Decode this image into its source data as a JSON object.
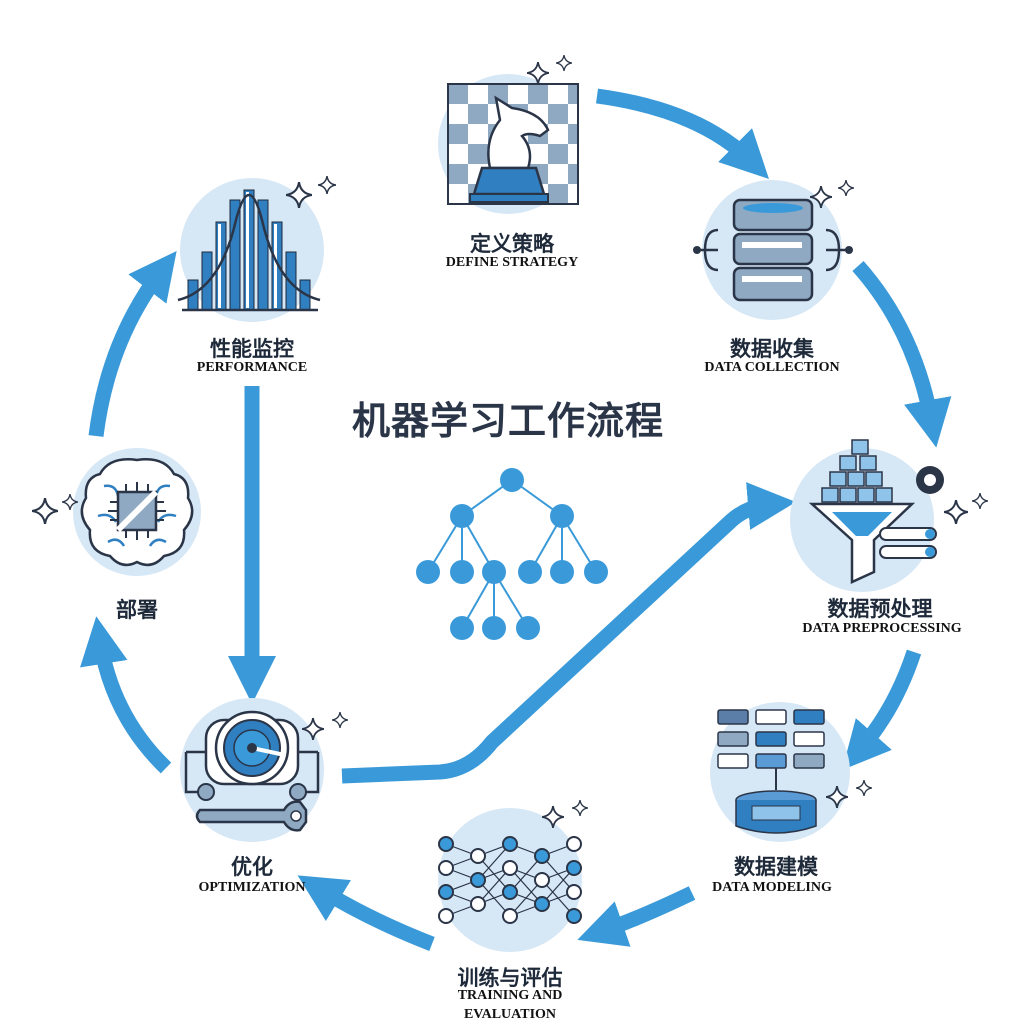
{
  "title": "机器学习工作流程",
  "colors": {
    "arrow": "#3a9ad9",
    "circle_bg": "#d6e7f6",
    "accent": "#2f7fc1",
    "dark": "#1e2a3a",
    "node": "#3a9ad9"
  },
  "steps": [
    {
      "cn": "定义策略",
      "en": "DEFINE STRATEGY",
      "icon": "chess-knight-icon"
    },
    {
      "cn": "数据收集",
      "en": "DATA COLLECTION",
      "icon": "database-icon"
    },
    {
      "cn": "数据预处理",
      "en": "DATA PREPROCESSING",
      "icon": "funnel-icon"
    },
    {
      "cn": "数据建模",
      "en": "DATA MODELING",
      "icon": "data-model-icon"
    },
    {
      "cn": "训练与评估",
      "en": "TRAINING AND EVALUATION",
      "en_line1": "TRAINING AND",
      "en_line2": "EVALUATION",
      "icon": "neural-network-icon"
    },
    {
      "cn": "优化",
      "en": "OPTIMIZATION",
      "icon": "gauge-wrench-icon"
    },
    {
      "cn": "部署",
      "en": "",
      "icon": "brain-chip-icon"
    },
    {
      "cn": "性能监控",
      "en": "PERFORMANCE",
      "icon": "bell-curve-chart-icon"
    }
  ]
}
